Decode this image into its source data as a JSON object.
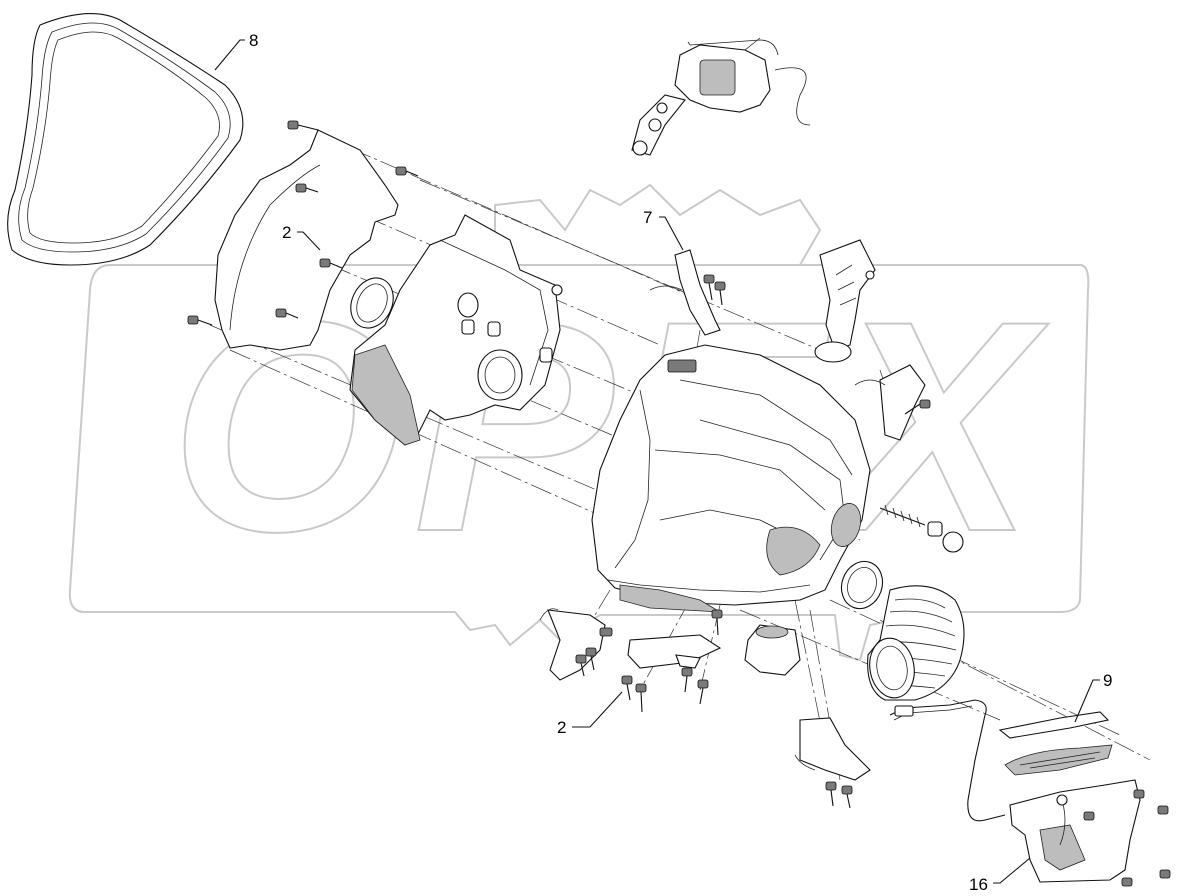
{
  "diagram": {
    "callouts": [
      {
        "id": "c8",
        "label": "8"
      },
      {
        "id": "c2a",
        "label": "2"
      },
      {
        "id": "c7",
        "label": "7"
      },
      {
        "id": "c2b",
        "label": "2"
      },
      {
        "id": "c9",
        "label": "9"
      },
      {
        "id": "c16",
        "label": "16"
      }
    ],
    "watermark": {
      "text": "OPEX"
    }
  }
}
